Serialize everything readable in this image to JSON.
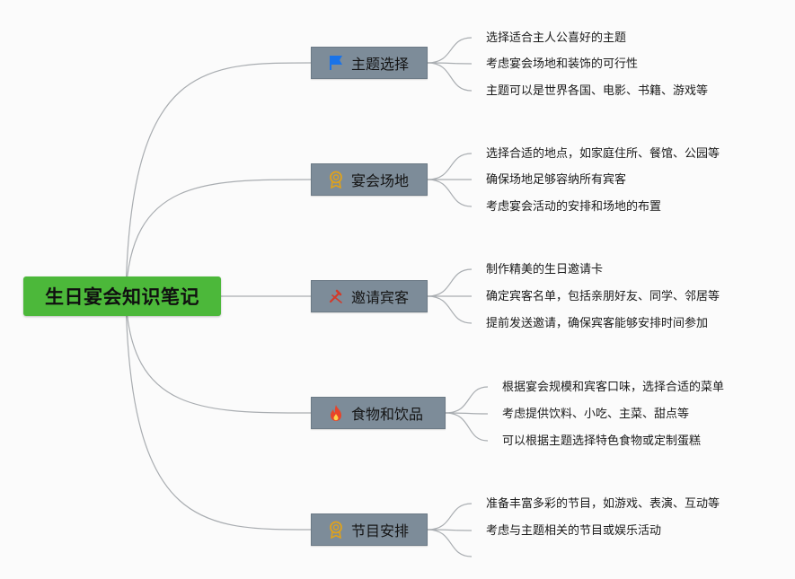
{
  "root": {
    "title": "生日宴会知识笔记"
  },
  "topics": [
    {
      "label": "主题选择",
      "icon": "flag-icon",
      "icon_color": "#1a73e8",
      "items": [
        "选择适合主人公喜好的主题",
        "考虑宴会场地和装饰的可行性",
        "主题可以是世界各国、电影、书籍、游戏等"
      ]
    },
    {
      "label": "宴会场地",
      "icon": "award-icon",
      "icon_color": "#e0a21a",
      "items": [
        "选择合适的地点，如家庭住所、餐馆、公园等",
        "确保场地足够容纳所有宾客",
        "考虑宴会活动的安排和场地的布置"
      ]
    },
    {
      "label": "邀请宾客",
      "icon": "tools-icon",
      "icon_color": "#d23a2a",
      "items": [
        "制作精美的生日邀请卡",
        "确定宾客名单，包括亲朋好友、同学、邻居等",
        "提前发送邀请，确保宾客能够安排时间参加"
      ]
    },
    {
      "label": "食物和饮品",
      "icon": "fire-icon",
      "icon_color": "#e8442a",
      "items": [
        "根据宴会规模和宾客口味，选择合适的菜单",
        "考虑提供饮料、小吃、主菜、甜点等",
        "可以根据主题选择特色食物或定制蛋糕"
      ]
    },
    {
      "label": "节目安排",
      "icon": "award-icon",
      "icon_color": "#e0a21a",
      "items": [
        "准备丰富多彩的节目，如游戏、表演、互动等",
        "考虑与主题相关的节目或娱乐活动",
        ""
      ]
    }
  ],
  "colors": {
    "root_bg": "#4cb83a",
    "topic_bg": "#7d8c99",
    "line": "#a9adb1",
    "background": "#fbfbfb"
  }
}
